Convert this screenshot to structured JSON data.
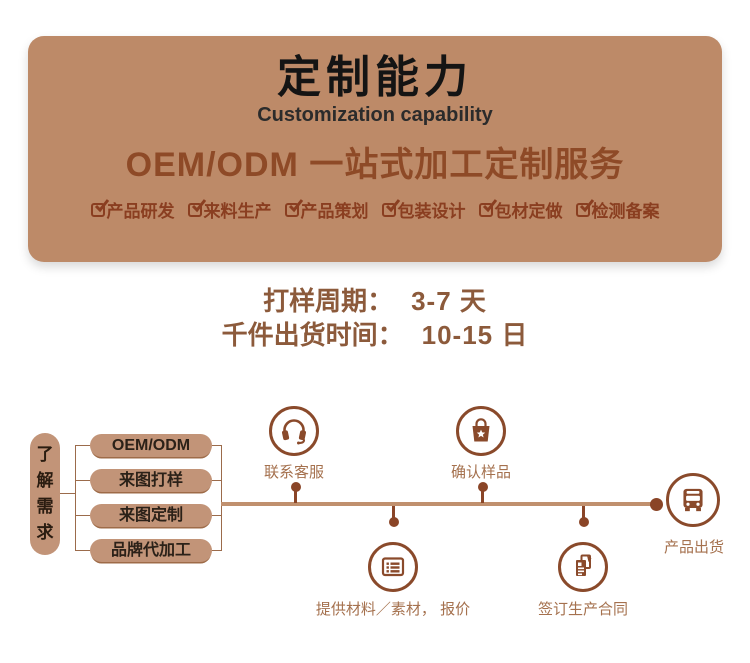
{
  "banner": {
    "title": "定制能力",
    "subtitle": "Customization capability",
    "heading": "OEM/ODM 一站式加工定制服务",
    "features": [
      "产品研发",
      "来料生产",
      "产品策划",
      "包装设计",
      "包材定做",
      "检测备案"
    ]
  },
  "lead_times": {
    "sample": {
      "label": "打样周期：",
      "value": "3-7 天"
    },
    "bulk": {
      "label": "千件出货时间：",
      "value": "10-15 日"
    }
  },
  "flow": {
    "intro": "了解需求",
    "options": [
      "OEM/ODM",
      "来图打样",
      "来图定制",
      "品牌代加工"
    ],
    "steps": [
      {
        "label": "联系客服",
        "icon": "headset-icon"
      },
      {
        "label": "确认样品",
        "icon": "shopping-bag-icon"
      },
      {
        "label": "提供材料／素材， 报价",
        "icon": "document-list-icon"
      },
      {
        "label": "签订生产合同",
        "icon": "contract-icon"
      },
      {
        "label": "产品出货",
        "icon": "truck-icon"
      }
    ]
  },
  "colors": {
    "banner_bg": "#bd8a68",
    "title_text": "#141414",
    "heading_text": "#8e4a27",
    "feature_text": "#8a3e20",
    "lead_time_text": "#8c5a3b",
    "pill_bg": "#c29478",
    "pill_outline": "#9e6b48",
    "thin_line": "#9b6b4b",
    "timeline": "#c0906e",
    "icon": "#8a4a2b",
    "step_label": "#a5714e"
  }
}
